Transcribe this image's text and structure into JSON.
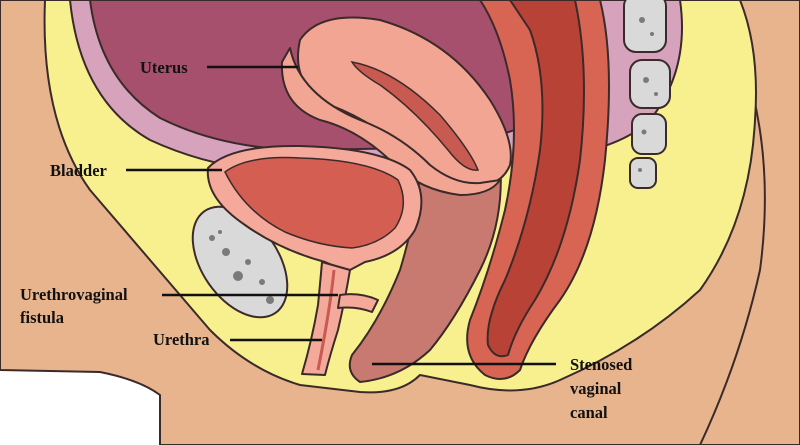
{
  "labels": {
    "uterus": "Uterus",
    "bladder": "Bladder",
    "fistula_line1": "Urethrovaginal",
    "fistula_line2": "fistula",
    "urethra": "Urethra",
    "stenosed_line1": "Stenosed",
    "stenosed_line2": "vaginal",
    "stenosed_line3": "canal"
  },
  "colors": {
    "skin": "#e8b48d",
    "fat": "#f8ef8f",
    "peritoneum": "#d7a3bc",
    "cavity": "#a7506e",
    "uterus": "#f3a593",
    "uterus_inner": "#c85a52",
    "bladder_wall": "#f4a99a",
    "bladder_lumen": "#d45e52",
    "rectum": "#d86553",
    "rectum_inner": "#b94237",
    "vagina": "#c97a70",
    "bone": "#d9d9d9",
    "outline": "#3a2a2a"
  }
}
